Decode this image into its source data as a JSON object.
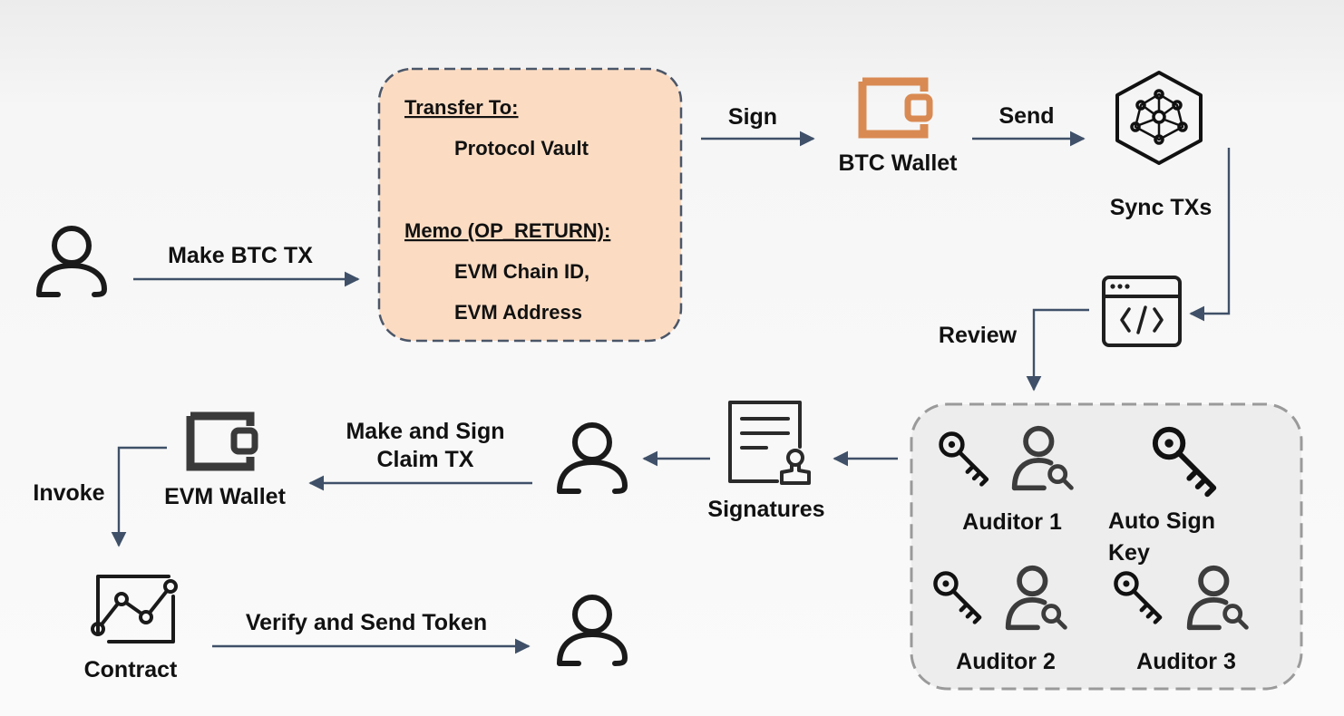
{
  "labels": {
    "make_btc_tx": "Make BTC TX",
    "sign": "Sign",
    "btc_wallet": "BTC Wallet",
    "send": "Send",
    "sync_txs": "Sync TXs",
    "review": "Review",
    "make_and_sign_l1": "Make and Sign",
    "make_and_sign_l2": "Claim TX",
    "signatures": "Signatures",
    "evm_wallet": "EVM Wallet",
    "invoke": "Invoke",
    "contract": "Contract",
    "verify_send": "Verify and Send Token"
  },
  "tx_box": {
    "transfer_to_label": "Transfer To:",
    "transfer_to_value": "Protocol Vault",
    "memo_label": "Memo (OP_RETURN):",
    "memo_line_1": "EVM Chain ID,",
    "memo_line_2": "EVM Address"
  },
  "auditors": {
    "auditor_1": "Auditor 1",
    "auditor_2": "Auditor 2",
    "auditor_3": "Auditor 3",
    "auto_sign_l1": "Auto Sign",
    "auto_sign_l2": "Key"
  },
  "colors": {
    "btc_wallet": "#d98a52",
    "tx_box_fill": "#fbdcc3",
    "arrow": "#3f5068"
  },
  "icons": [
    "user-icon",
    "btc-wallet-icon",
    "network-icon",
    "code-window-icon",
    "key-icon",
    "user-search-icon",
    "signature-document-icon",
    "evm-wallet-icon",
    "contract-chart-icon"
  ]
}
